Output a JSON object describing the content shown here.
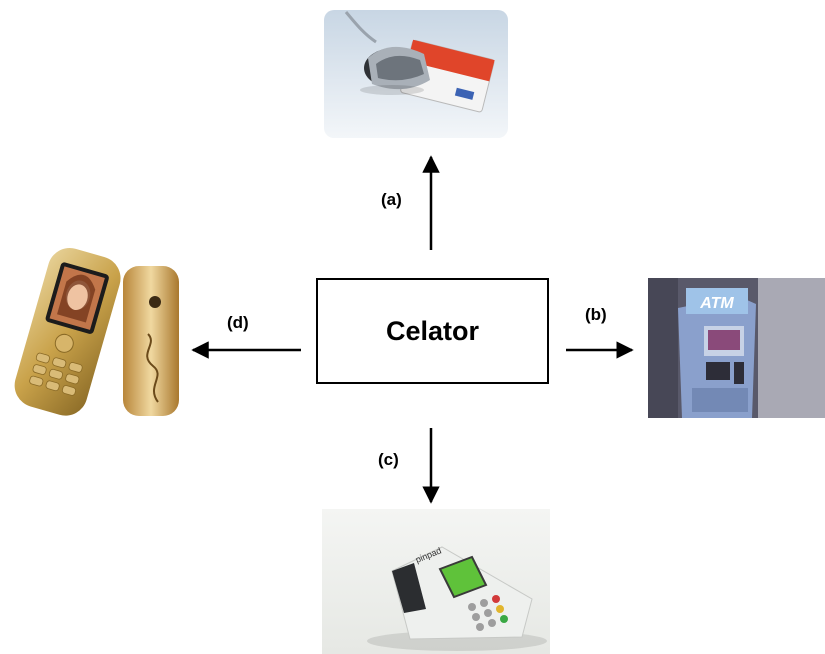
{
  "center": {
    "label": "Celator"
  },
  "edges": {
    "a": {
      "label": "(a)"
    },
    "b": {
      "label": "(b)"
    },
    "c": {
      "label": "(c)"
    },
    "d": {
      "label": "(d)"
    }
  },
  "devices": {
    "top": {
      "icon": "smart-card-reader-icon"
    },
    "right": {
      "icon": "atm-machine-icon",
      "screen_text": "ATM"
    },
    "bottom": {
      "icon": "pos-terminal-icon",
      "brand_text": "pinpad"
    },
    "left": {
      "icon": "mobile-phones-icon"
    }
  },
  "colors": {
    "arrow": "#000000",
    "card_red": "#e0452a",
    "atm_blue": "#7a93c2",
    "phone_gold": "#c9a24a",
    "pos_green": "#5fc23a"
  }
}
